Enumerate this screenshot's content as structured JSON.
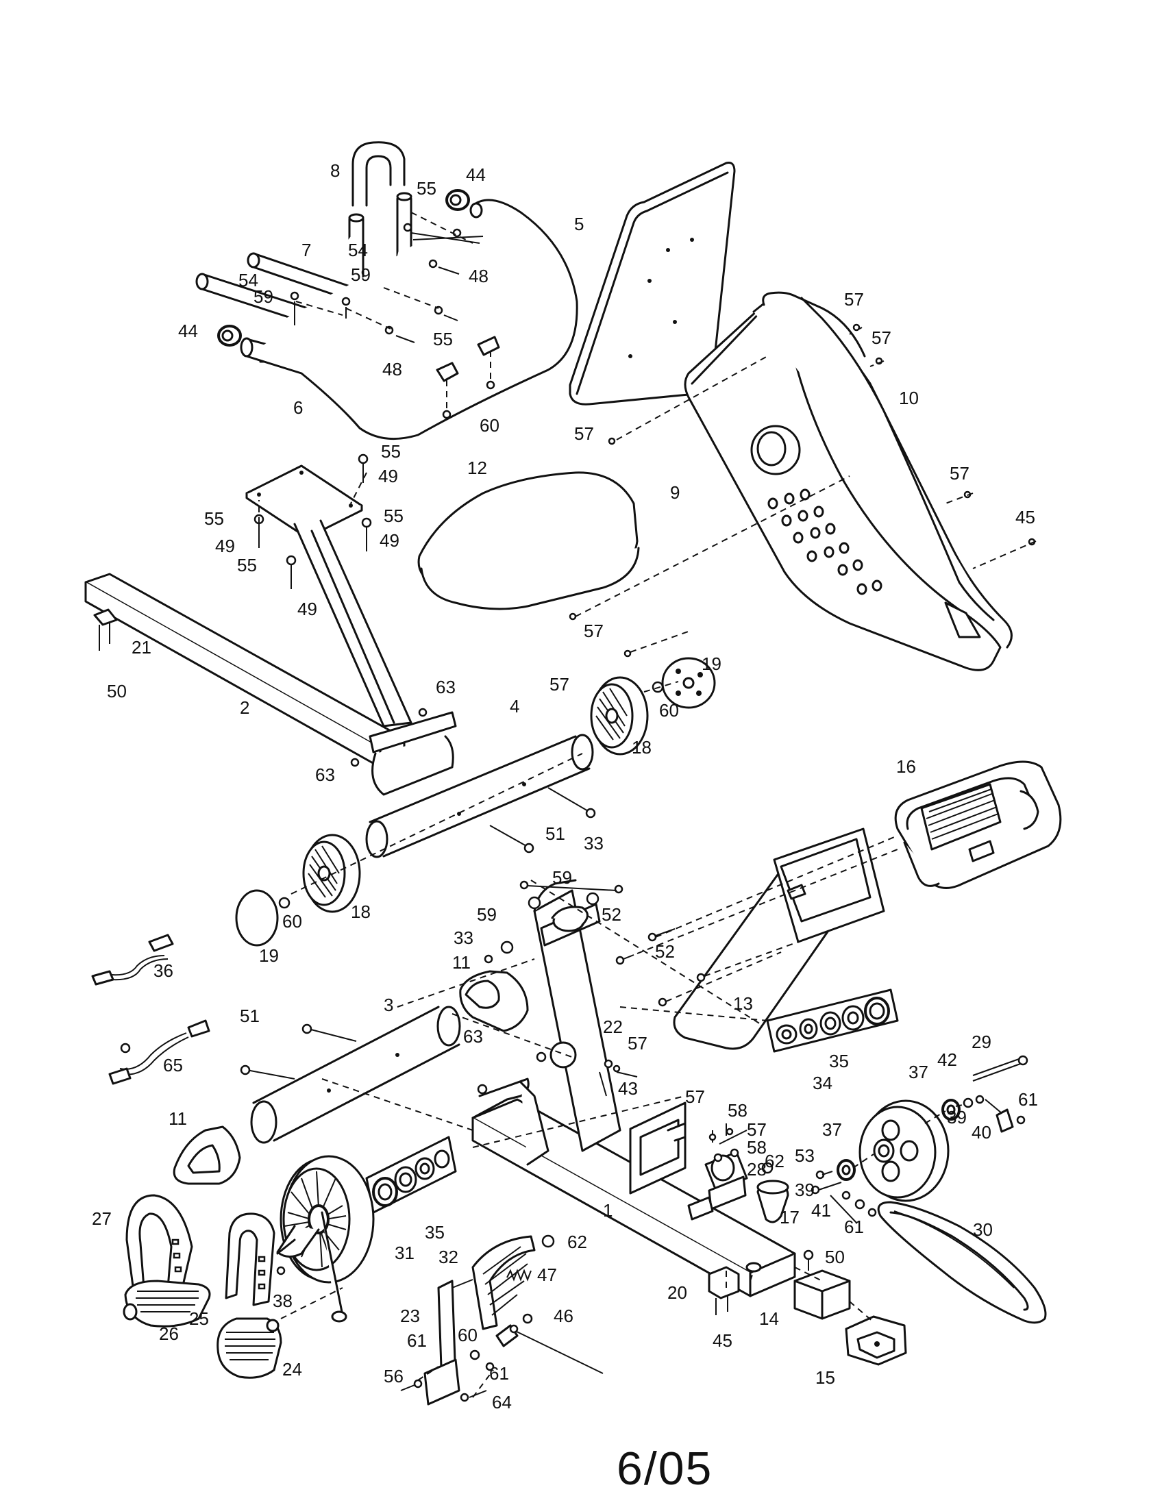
{
  "footer": {
    "page_code": "6/05"
  },
  "callouts": [
    {
      "id": "c8",
      "text": "8"
    },
    {
      "id": "c44a",
      "text": "44"
    },
    {
      "id": "c55a",
      "text": "55"
    },
    {
      "id": "c7",
      "text": "7"
    },
    {
      "id": "c54a",
      "text": "54"
    },
    {
      "id": "c59a",
      "text": "59"
    },
    {
      "id": "c48a",
      "text": "48"
    },
    {
      "id": "c54b",
      "text": "54"
    },
    {
      "id": "c59b",
      "text": "59"
    },
    {
      "id": "c44b",
      "text": "44"
    },
    {
      "id": "c55b",
      "text": "55"
    },
    {
      "id": "c48b",
      "text": "48"
    },
    {
      "id": "c6",
      "text": "6"
    },
    {
      "id": "c60a",
      "text": "60"
    },
    {
      "id": "c5",
      "text": "5"
    },
    {
      "id": "c57a",
      "text": "57"
    },
    {
      "id": "c57b",
      "text": "57"
    },
    {
      "id": "c10",
      "text": "10"
    },
    {
      "id": "c57c",
      "text": "57"
    },
    {
      "id": "c9",
      "text": "9"
    },
    {
      "id": "c57d",
      "text": "57"
    },
    {
      "id": "c45a",
      "text": "45"
    },
    {
      "id": "c12",
      "text": "12"
    },
    {
      "id": "c55c",
      "text": "55"
    },
    {
      "id": "c49a",
      "text": "49"
    },
    {
      "id": "c55d",
      "text": "55"
    },
    {
      "id": "c55e",
      "text": "55"
    },
    {
      "id": "c49b",
      "text": "49"
    },
    {
      "id": "c49c",
      "text": "49"
    },
    {
      "id": "c55f",
      "text": "55"
    },
    {
      "id": "c49d",
      "text": "49"
    },
    {
      "id": "c21",
      "text": "21"
    },
    {
      "id": "c50a",
      "text": "50"
    },
    {
      "id": "c57e",
      "text": "57"
    },
    {
      "id": "c57f",
      "text": "57"
    },
    {
      "id": "c19a",
      "text": "19"
    },
    {
      "id": "c60b",
      "text": "60"
    },
    {
      "id": "c2",
      "text": "2"
    },
    {
      "id": "c63a",
      "text": "63"
    },
    {
      "id": "c4",
      "text": "4"
    },
    {
      "id": "c18a",
      "text": "18"
    },
    {
      "id": "c63b",
      "text": "63"
    },
    {
      "id": "c16",
      "text": "16"
    },
    {
      "id": "c51a",
      "text": "51"
    },
    {
      "id": "c33a",
      "text": "33"
    },
    {
      "id": "c59c",
      "text": "59"
    },
    {
      "id": "c52a",
      "text": "52"
    },
    {
      "id": "c18b",
      "text": "18"
    },
    {
      "id": "c60c",
      "text": "60"
    },
    {
      "id": "c19b",
      "text": "19"
    },
    {
      "id": "c59d",
      "text": "59"
    },
    {
      "id": "c33b",
      "text": "33"
    },
    {
      "id": "c36",
      "text": "36"
    },
    {
      "id": "c11a",
      "text": "11"
    },
    {
      "id": "c52b",
      "text": "52"
    },
    {
      "id": "c13",
      "text": "13"
    },
    {
      "id": "c51b",
      "text": "51"
    },
    {
      "id": "c3",
      "text": "3"
    },
    {
      "id": "c65",
      "text": "65"
    },
    {
      "id": "c63c",
      "text": "63"
    },
    {
      "id": "c22",
      "text": "22"
    },
    {
      "id": "c57g",
      "text": "57"
    },
    {
      "id": "c35a",
      "text": "35"
    },
    {
      "id": "c43",
      "text": "43"
    },
    {
      "id": "c29",
      "text": "29"
    },
    {
      "id": "c42",
      "text": "42"
    },
    {
      "id": "c37a",
      "text": "37"
    },
    {
      "id": "c34",
      "text": "34"
    },
    {
      "id": "c61a",
      "text": "61"
    },
    {
      "id": "c39a",
      "text": "39"
    },
    {
      "id": "c40",
      "text": "40"
    },
    {
      "id": "c57h",
      "text": "57"
    },
    {
      "id": "c58a",
      "text": "58"
    },
    {
      "id": "c57i",
      "text": "57"
    },
    {
      "id": "c58b",
      "text": "58"
    },
    {
      "id": "c11b",
      "text": "11"
    },
    {
      "id": "c37b",
      "text": "37"
    },
    {
      "id": "c53",
      "text": "53"
    },
    {
      "id": "c28",
      "text": "28"
    },
    {
      "id": "c62a",
      "text": "62"
    },
    {
      "id": "c39b",
      "text": "39"
    },
    {
      "id": "c41",
      "text": "41"
    },
    {
      "id": "c17",
      "text": "17"
    },
    {
      "id": "c61b",
      "text": "61"
    },
    {
      "id": "c27",
      "text": "27"
    },
    {
      "id": "c35b",
      "text": "35"
    },
    {
      "id": "c1",
      "text": "1"
    },
    {
      "id": "c30",
      "text": "30"
    },
    {
      "id": "c31",
      "text": "31"
    },
    {
      "id": "c62b",
      "text": "62"
    },
    {
      "id": "c32",
      "text": "32"
    },
    {
      "id": "c47",
      "text": "47"
    },
    {
      "id": "c50b",
      "text": "50"
    },
    {
      "id": "c38",
      "text": "38"
    },
    {
      "id": "c26",
      "text": "26"
    },
    {
      "id": "c25",
      "text": "25"
    },
    {
      "id": "c20",
      "text": "20"
    },
    {
      "id": "c46",
      "text": "46"
    },
    {
      "id": "c23",
      "text": "23"
    },
    {
      "id": "c60d",
      "text": "60"
    },
    {
      "id": "c14",
      "text": "14"
    },
    {
      "id": "c61c",
      "text": "61"
    },
    {
      "id": "c61d",
      "text": "61"
    },
    {
      "id": "c45b",
      "text": "45"
    },
    {
      "id": "c24",
      "text": "24"
    },
    {
      "id": "c56",
      "text": "56"
    },
    {
      "id": "c64",
      "text": "64"
    },
    {
      "id": "c15",
      "text": "15"
    }
  ]
}
